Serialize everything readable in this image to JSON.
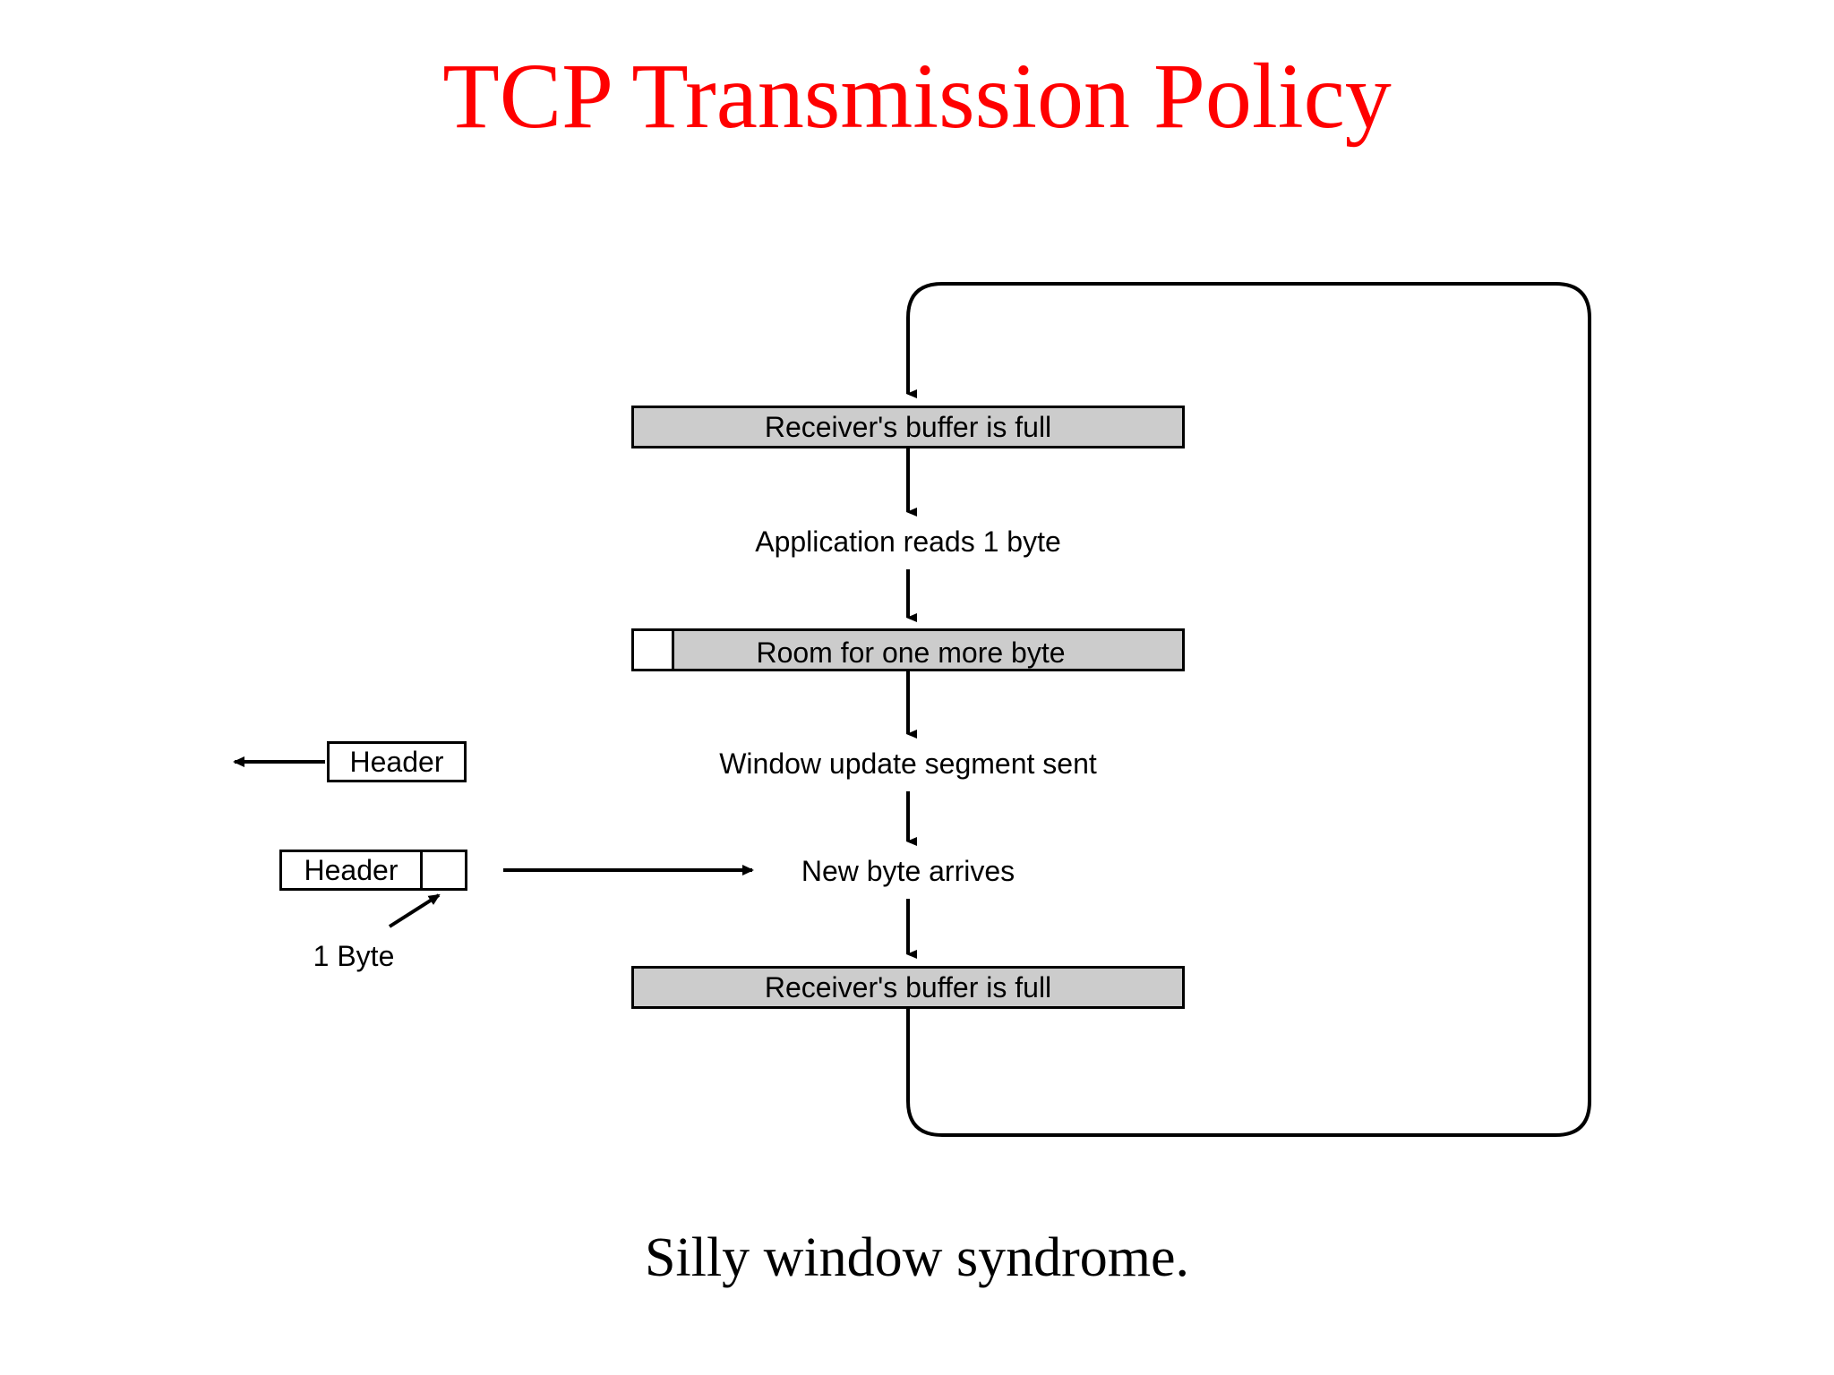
{
  "slide": {
    "title": "TCP Transmission Policy",
    "caption": "Silly window syndrome.",
    "title_color": "#FF0000",
    "caption_color": "#000000",
    "background": "#FFFFFF"
  },
  "diagram": {
    "name": "silly-window-syndrome-flow",
    "box_fill": "#CCCCCC",
    "box_stroke": "#000000",
    "steps": [
      {
        "id": "buffer-full-top",
        "type": "box",
        "label": "Receiver's buffer is full",
        "fill": "#CCCCCC"
      },
      {
        "id": "app-reads",
        "type": "label",
        "label": "Application reads 1 byte"
      },
      {
        "id": "room-one-byte",
        "type": "box",
        "label": "Room for one more byte",
        "fill": "#CCCCCC",
        "has_white_cell": true
      },
      {
        "id": "window-update",
        "type": "label",
        "label": "Window update segment sent"
      },
      {
        "id": "new-byte",
        "type": "label",
        "label": "New byte arrives"
      },
      {
        "id": "buffer-full-bottom",
        "type": "box",
        "label": "Receiver's buffer is full",
        "fill": "#CCCCCC"
      }
    ],
    "packets": [
      {
        "id": "packet-header-only",
        "cells": [
          "Header"
        ]
      },
      {
        "id": "packet-header-byte",
        "cells": [
          "Header",
          ""
        ]
      }
    ],
    "annotations": [
      {
        "id": "one-byte-annotation",
        "label": "1 Byte"
      }
    ]
  }
}
